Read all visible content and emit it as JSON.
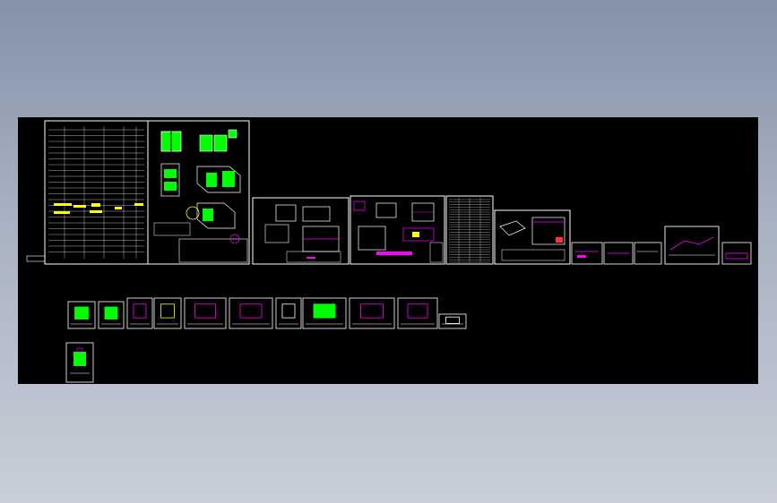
{
  "viewport": {
    "background": "#000000",
    "backdrop_top": "#8593a8",
    "backdrop_bottom": "#c9ced8"
  },
  "colors": {
    "line": "#ffffff",
    "hatch": "#00ff00",
    "accent": "#ff00ff",
    "highlight": "#ffff00",
    "dimension": "#ff3333",
    "cyan": "#00ffff"
  },
  "sheets": [
    {
      "id": "sheet-01",
      "kind": "title-table"
    },
    {
      "id": "sheet-02",
      "kind": "isometric-views"
    },
    {
      "id": "sheet-03",
      "kind": "assembly"
    },
    {
      "id": "sheet-04",
      "kind": "assembly"
    },
    {
      "id": "sheet-05",
      "kind": "parts-list"
    },
    {
      "id": "sheet-06",
      "kind": "frame-detail"
    },
    {
      "id": "sheet-07",
      "kind": "profile"
    },
    {
      "id": "sheet-08",
      "kind": "profile"
    },
    {
      "id": "sheet-09",
      "kind": "section"
    },
    {
      "id": "sheet-10",
      "kind": "profile"
    }
  ],
  "detail_sheets": [
    {
      "id": "detail-01"
    },
    {
      "id": "detail-02"
    },
    {
      "id": "detail-03"
    },
    {
      "id": "detail-04"
    },
    {
      "id": "detail-05"
    },
    {
      "id": "detail-06"
    },
    {
      "id": "detail-07"
    },
    {
      "id": "detail-08"
    },
    {
      "id": "detail-09"
    },
    {
      "id": "detail-10"
    },
    {
      "id": "detail-11"
    },
    {
      "id": "detail-12"
    },
    {
      "id": "detail-13"
    }
  ]
}
